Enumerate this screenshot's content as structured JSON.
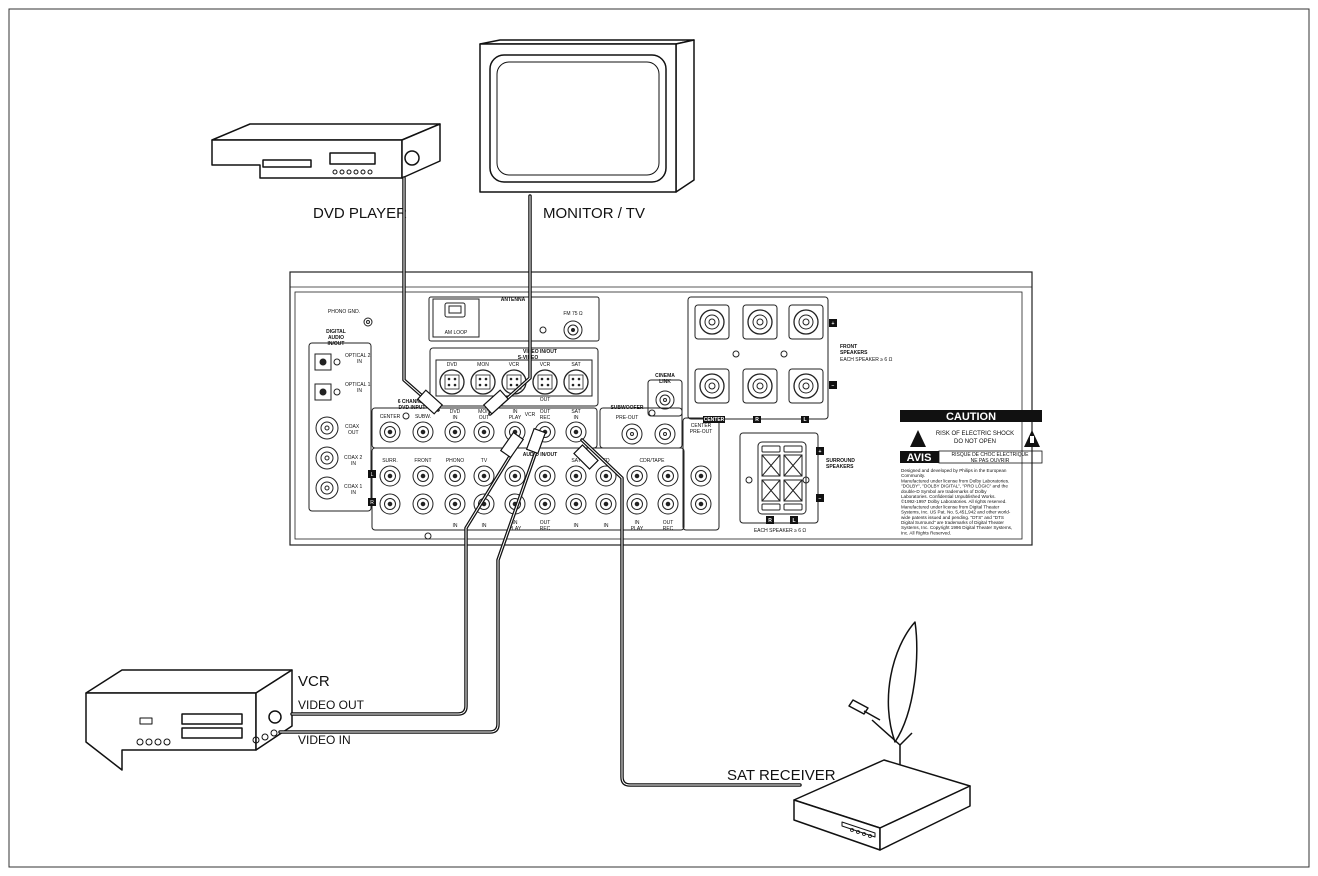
{
  "devices": {
    "dvd_label": "DVD PLAYER",
    "monitor_label": "MONITOR / TV",
    "vcr_label": "VCR",
    "vcr_video_out": "VIDEO OUT",
    "vcr_video_in": "VIDEO IN",
    "sat_label": "SAT RECEIVER"
  },
  "panel": {
    "phono_gnd": "PHONO GND.",
    "digital_audio": [
      "DIGITAL",
      "AUDIO",
      "IN/OUT"
    ],
    "optical2": [
      "OPTICAL 2",
      "IN"
    ],
    "optical1": [
      "OPTICAL 1",
      "IN"
    ],
    "coax_out": [
      "COAX",
      "OUT"
    ],
    "coax2": [
      "COAX 2",
      "IN"
    ],
    "coax1": [
      "COAX 1",
      "IN"
    ],
    "antenna": "ANTENNA",
    "am_loop": "AM LOOP",
    "fm": "FM 75 Ω",
    "video_inout": "VIDEO IN/OUT",
    "svideo": "S-VIDEO",
    "sv_labels": [
      "DVD",
      "MON",
      "VCR",
      "VCR",
      "SAT"
    ],
    "out_label": "OUT",
    "six_channel": [
      "6 CHANNEL",
      "DVD INPUT"
    ],
    "center": "CENTER",
    "subw": "SUBW.",
    "dvd_in": [
      "DVD",
      "IN"
    ],
    "mon_out": [
      "MON",
      "OUT"
    ],
    "vcr_in": [
      "IN",
      "PLAY"
    ],
    "vcr": "VCR",
    "vcr_out": [
      "OUT",
      "REC"
    ],
    "sat_in": [
      "SAT",
      "IN"
    ],
    "cinema_link": [
      "CINEMA",
      "LINK"
    ],
    "subwoofer": "SUBWOOFER",
    "pre_out": "PRE-OUT",
    "audio_inout": "AUDIO IN/OUT",
    "surr": "SURR.",
    "front": "FRONT",
    "phono": "PHONO",
    "tv": "TV",
    "sat": "SAT",
    "cd": "CD",
    "cdr_tape": "CDR/TAPE",
    "center_preout": [
      "CENTER",
      "PRE-OUT"
    ],
    "bottom_in": "IN",
    "bottom_play": [
      "IN",
      "PLAY"
    ],
    "bottom_rec": [
      "OUT",
      "REC"
    ],
    "front_speakers": [
      "FRONT",
      "SPEAKERS"
    ],
    "each_speaker_front": "EACH SPEAKER ≥ 6 Ω",
    "speaker_center": "CENTER",
    "speaker_r": "R",
    "speaker_l": "L",
    "surround_speakers": [
      "SURROUND",
      "SPEAKERS"
    ],
    "each_speaker_surround": "EACH SPEAKER ≥ 6 Ω",
    "caution": "CAUTION",
    "caution_line1": "RISK OF ELECTRIC SHOCK",
    "caution_line2": "DO NOT OPEN",
    "avis": "AVIS",
    "avis_line1": "RISQUE DE CHOC ELECTRIQUE",
    "avis_line2": "NE PAS OUVRIR",
    "legal": [
      "Designed and developed by Philips in the European",
      "Community.",
      "Manufactured under license from Dolby Laboratories.",
      "\"DOLBY\", \"DOLBY DIGITAL\", \"PRO LOGIC\" and the",
      "double-D Symbol are trademarks of Dolby",
      "Laboratories. Confidential Unpublished Works.",
      "©1992-1997 Dolby Laboratories. All rights reserved.",
      "Manufactured under license from Digital Theater",
      "Systems, Inc. US Pat. No. 5,451,942 and other world-",
      "wide patents issued and pending. \"DTS\" and \"DTS",
      "Digital Surround\" are trademarks of Digital Theater",
      "Systems, Inc. Copyright 1996 Digital Theater Systems,",
      "Inc. All Rights Reserved."
    ]
  }
}
